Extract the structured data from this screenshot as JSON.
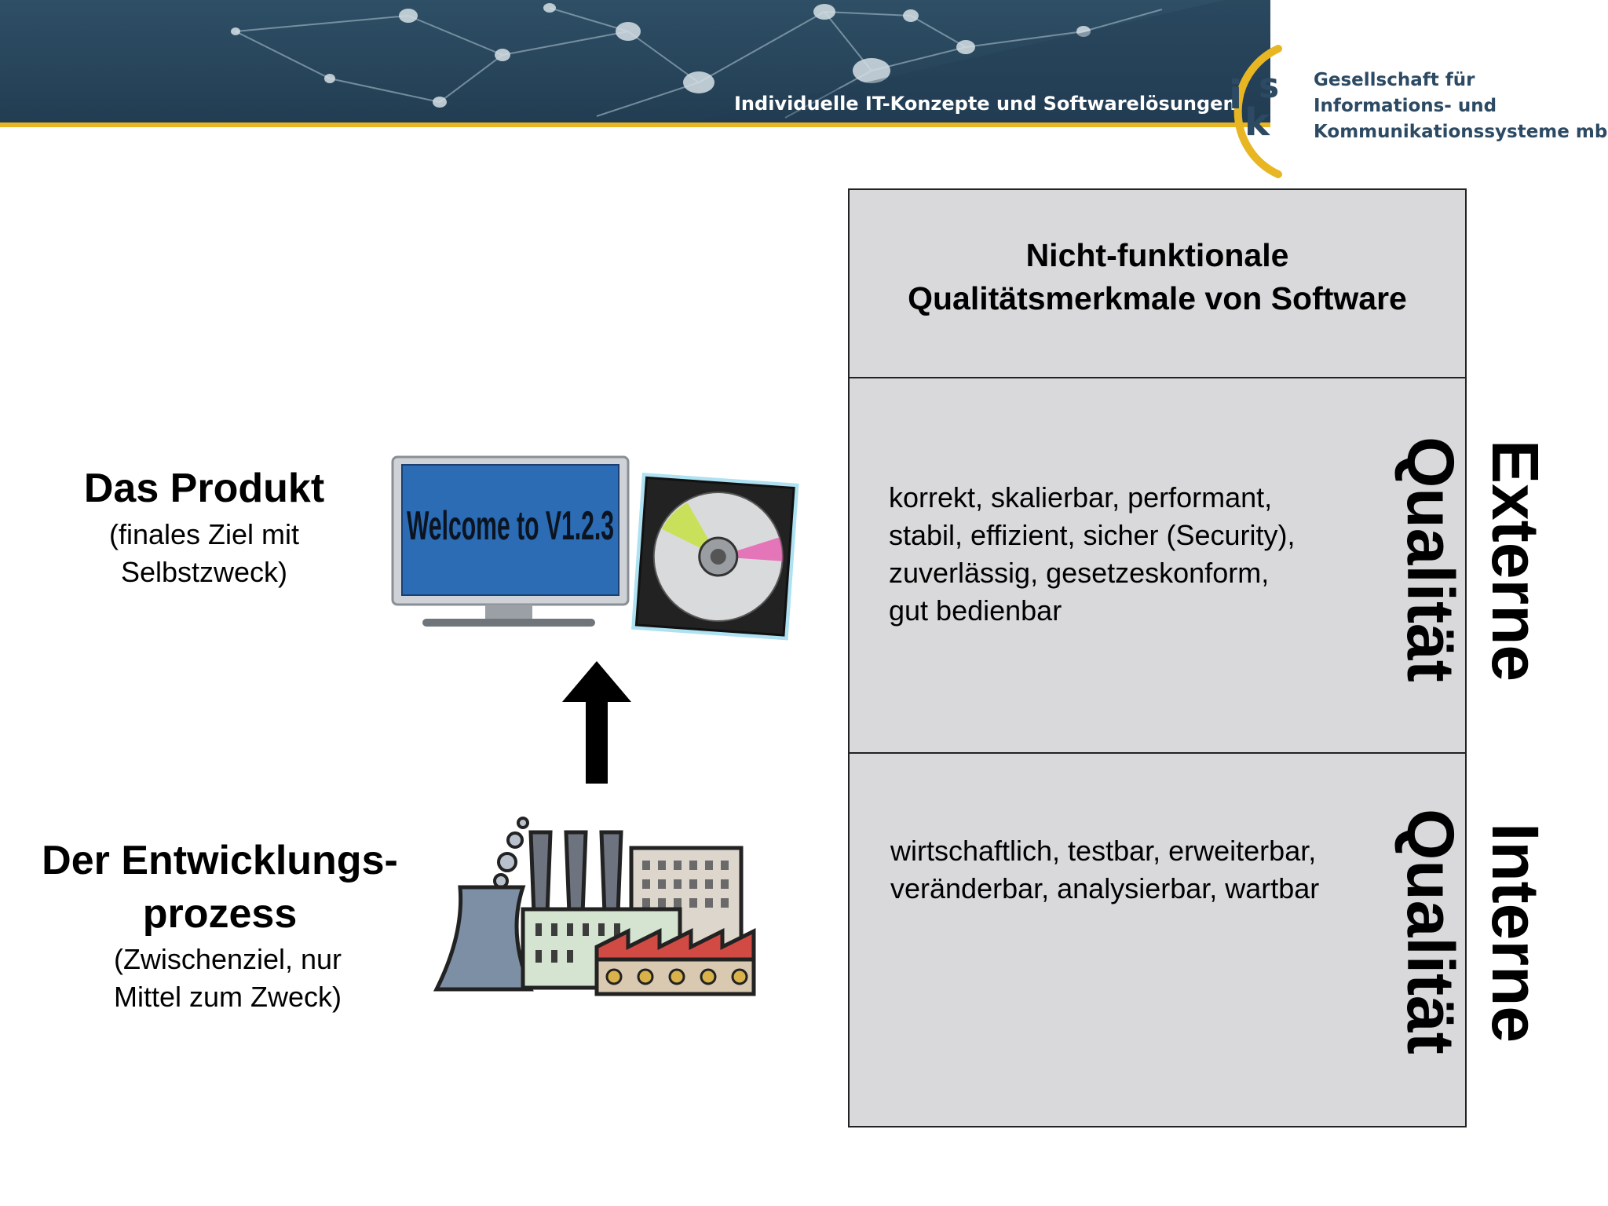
{
  "header": {
    "tagline": "Individuelle IT-Konzepte und Softwarelösungen",
    "logo_letters": [
      "i",
      "k",
      "s"
    ],
    "company_lines": [
      "Gesellschaft für",
      "Informations- und",
      "Kommunikationssysteme mbH"
    ],
    "colors": {
      "banner": "#2b4a60",
      "gold": "#e8b623",
      "logo_blue": "#2c4a63"
    }
  },
  "left": {
    "product_title": "Das Produkt",
    "product_sub_lines": [
      "(finales Ziel mit",
      "Selbstzweck)"
    ],
    "monitor_screen_text": "Welcome to V1.2.3",
    "process_title_lines": [
      "Der Entwicklungs-",
      "prozess"
    ],
    "process_sub_lines": [
      "(Zwischenziel, nur",
      "Mittel zum Zweck)"
    ]
  },
  "table": {
    "heading_lines": [
      "Nicht-funktionale",
      "Qualitätsmerkmale von Software"
    ],
    "external_lines": [
      "korrekt, skalierbar, performant,",
      "stabil, effizient, sicher (Security),",
      "zuverlässig, gesetzeskonform,",
      "gut bedienbar"
    ],
    "internal_lines": [
      "wirtschaftlich, testbar, erweiterbar,",
      "veränderbar, analysierbar, wartbar"
    ],
    "external_label": {
      "word": "Externe",
      "qual": "Qualität"
    },
    "internal_label": {
      "word": "Interne",
      "qual": "Qualität"
    },
    "colors": {
      "cell": "#d9d8da"
    }
  }
}
